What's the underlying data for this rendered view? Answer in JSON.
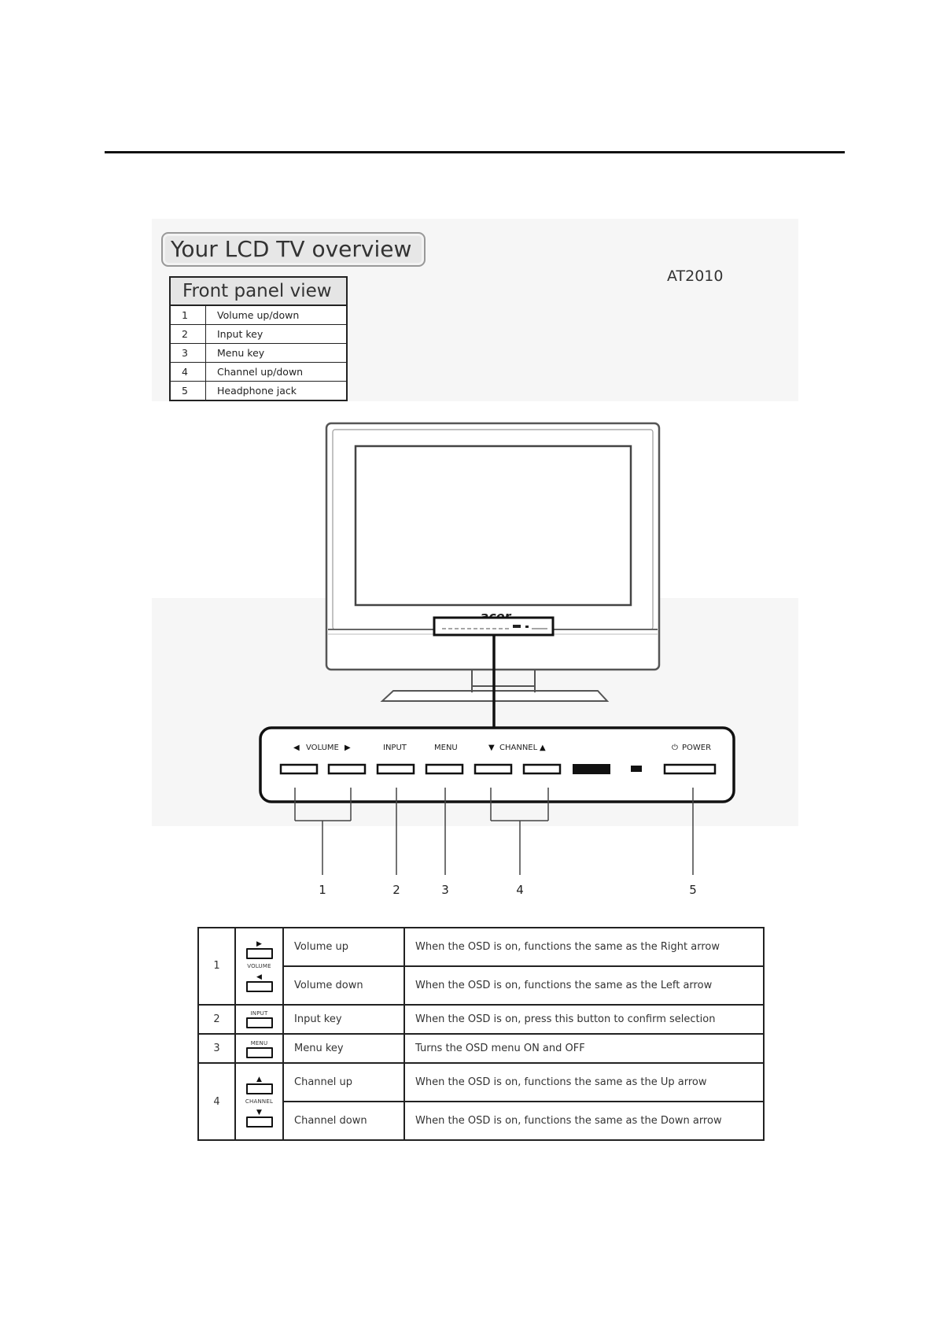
{
  "overview": {
    "title": "Your LCD TV overview",
    "model": "AT2010"
  },
  "front_panel": {
    "heading": "Front panel view",
    "items": [
      {
        "num": "1",
        "label": "Volume up/down"
      },
      {
        "num": "2",
        "label": "Input key"
      },
      {
        "num": "3",
        "label": "Menu key"
      },
      {
        "num": "4",
        "label": "Channel up/down"
      },
      {
        "num": "5",
        "label": "Headphone jack"
      }
    ]
  },
  "tv": {
    "brand": "acer"
  },
  "control_strip": {
    "volume": "VOLUME",
    "input": "INPUT",
    "menu": "MENU",
    "channel": "CHANNEL",
    "power": "POWER"
  },
  "callouts": [
    "1",
    "2",
    "3",
    "4",
    "5"
  ],
  "key_table": {
    "rows": [
      {
        "num": "1",
        "label": "Volume up",
        "desc": "When the OSD is on, functions the same as the Right arrow"
      },
      {
        "label": "Volume down",
        "desc": "When the OSD is on, functions the same as the Left arrow"
      },
      {
        "num": "2",
        "label": "Input key",
        "desc": "When the OSD is on, press this button to confirm selection"
      },
      {
        "num": "3",
        "label": "Menu key",
        "desc": "Turns the OSD menu ON and OFF"
      },
      {
        "num": "4",
        "label": "Channel up",
        "desc": "When the OSD is on, functions the same as the Up arrow"
      },
      {
        "label": "Channel down",
        "desc": "When the OSD is on, functions the same as the Down arrow"
      }
    ],
    "icons": {
      "volume_caption": "VOLUME",
      "input_caption": "INPUT",
      "menu_caption": "MENU",
      "channel_caption": "CHANNEL"
    }
  }
}
